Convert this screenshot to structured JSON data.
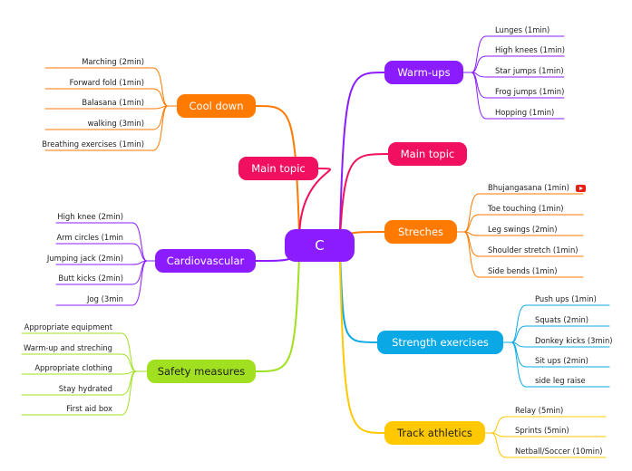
{
  "mindmap": {
    "center": {
      "label": "C",
      "color": "#8a1cff"
    },
    "branches": [
      {
        "id": "warmups",
        "label": "Warm-ups",
        "color": "#8a1cff",
        "leaves": [
          "Lunges (1min)",
          "High knees (1min)",
          "Star jumps (1min)",
          "Frog jumps (1min)",
          "Hopping (1min)"
        ]
      },
      {
        "id": "main-right",
        "label": "Main topic",
        "color": "#f0105f",
        "leaves": []
      },
      {
        "id": "streches",
        "label": "Streches",
        "color": "#ff7a00",
        "leaves": [
          "Bhujangasana (1min)",
          "Toe touching (1min)",
          "Leg swings (2min)",
          "Shoulder stretch (1min)",
          "Side bends (1min)"
        ],
        "youtube_icon_on_leaf": 0
      },
      {
        "id": "strength",
        "label": "Strength exercises",
        "color": "#0aa9e6",
        "leaves": [
          "Push ups (1min)",
          "Squats (2min)",
          "Donkey kicks (3min)",
          "Sit ups (2min)",
          "side leg raise"
        ]
      },
      {
        "id": "track",
        "label": "Track athletics",
        "color": "#ffc800",
        "text_color": "#222222",
        "leaves": [
          "Relay (5min)",
          "Sprints (5min)",
          "Netball/Soccer (10min)"
        ]
      },
      {
        "id": "cooldown",
        "label": "Cool down",
        "color": "#ff7a00",
        "leaves": [
          "Marching (2min)",
          "Forward fold (1min)",
          "Balasana (1min)",
          "walking (3min)",
          "Breathing exercises (1min)"
        ]
      },
      {
        "id": "main-left",
        "label": "Main topic",
        "color": "#f0105f",
        "leaves": []
      },
      {
        "id": "cardio",
        "label": "Cardiovascular",
        "color": "#8a1cff",
        "leaves": [
          "High knee (2min)",
          "Arm circles (1min",
          "Jumping jack (2min)",
          "Butt kicks (2min)",
          "Jog (3min"
        ]
      },
      {
        "id": "safety",
        "label": "Safety measures",
        "color": "#a0e020",
        "text_color": "#222222",
        "leaves": [
          "Appropriate equipment",
          "Warm-up and streching",
          "Appropriate clothing",
          "Stay hydrated",
          "First aid box"
        ]
      }
    ]
  }
}
